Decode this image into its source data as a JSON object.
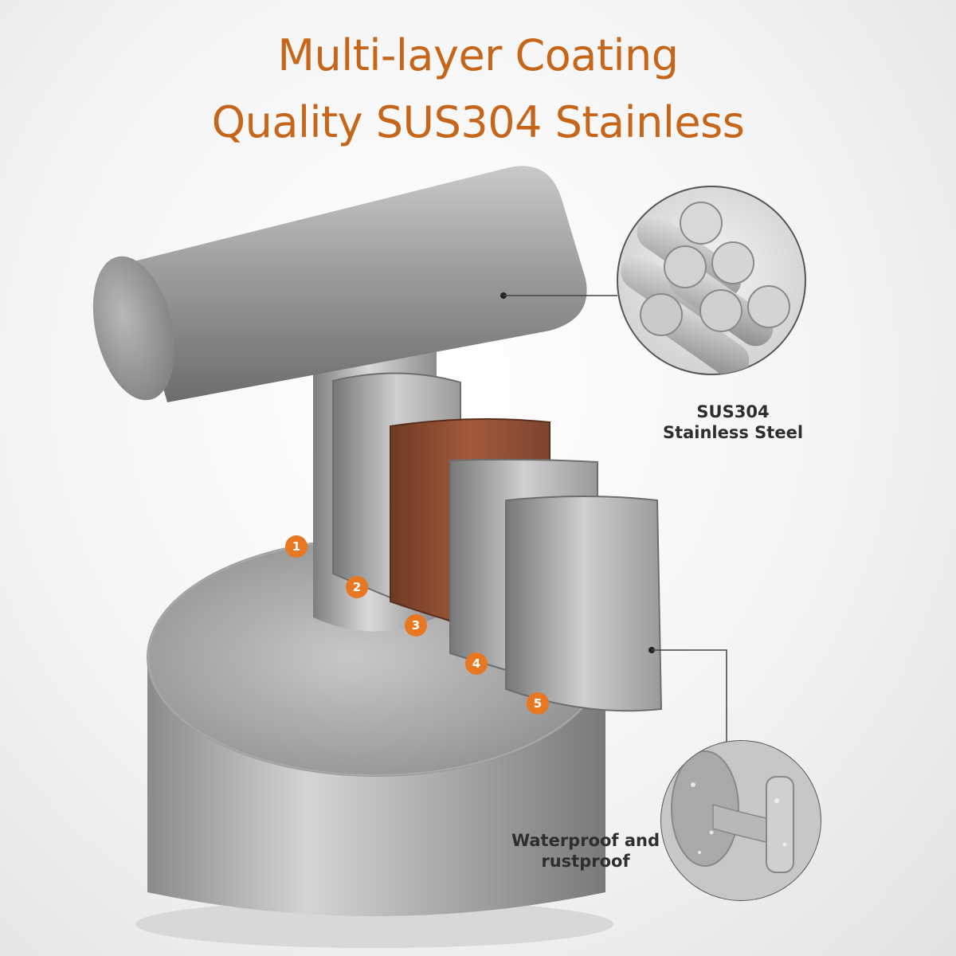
{
  "headline": {
    "line1": "Multi-layer Coating",
    "line2": "Quality SUS304 Stainless"
  },
  "callouts": {
    "steel_line1": "SUS304",
    "steel_line2": "Stainless Steel",
    "water_line1": "Waterproof and",
    "water_line2": "rustproof"
  },
  "layers": [
    "1",
    "2",
    "3",
    "4",
    "5"
  ],
  "colors": {
    "accent": "#c6661a",
    "badge": "#e87722",
    "copper_layer": "#8a4a2e",
    "steel": "#9a9a9a"
  },
  "icons": [
    "stainless-rods-icon",
    "wet-hook-icon"
  ]
}
